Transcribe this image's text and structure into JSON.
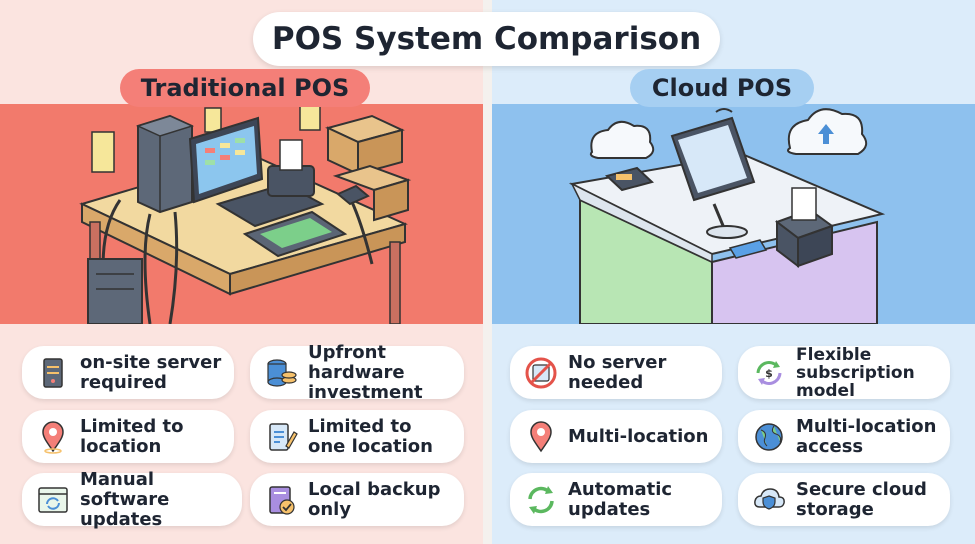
{
  "title": "POS System Comparison",
  "traditional": {
    "heading": "Traditional POS",
    "features": [
      {
        "icon": "server-icon",
        "text": "on-site server\nrequired"
      },
      {
        "icon": "database-coins-icon",
        "text": "Upfront hardware\ninvestment"
      },
      {
        "icon": "location-pin-icon",
        "text": "Limited to\nlocation"
      },
      {
        "icon": "clipboard-pen-icon",
        "text": "Limited to\none location"
      },
      {
        "icon": "software-update-icon",
        "text": "Manual software\nupdates"
      },
      {
        "icon": "local-backup-icon",
        "text": "Local backup\nonly"
      }
    ]
  },
  "cloud": {
    "heading": "Cloud POS",
    "features": [
      {
        "icon": "no-server-icon",
        "text": "No server\nneeded"
      },
      {
        "icon": "subscription-cycle-icon",
        "text": "Flexible\nsubscription\nmodel"
      },
      {
        "icon": "location-pin-icon",
        "text": "Multi-location"
      },
      {
        "icon": "globe-icon",
        "text": "Multi-location\naccess"
      },
      {
        "icon": "refresh-arrows-icon",
        "text": "Automatic\nupdates"
      },
      {
        "icon": "cloud-shield-icon",
        "text": "Secure cloud\nstorage"
      }
    ]
  },
  "colors": {
    "traditional_accent": "#f47f78",
    "cloud_accent": "#a6cff2"
  }
}
